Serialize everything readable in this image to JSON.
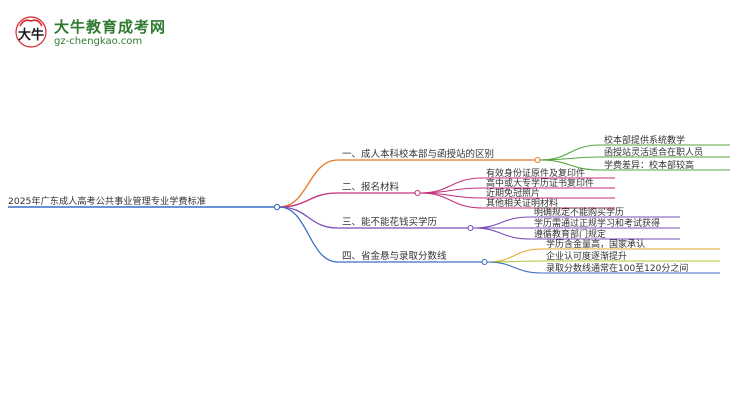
{
  "brand": {
    "title": "大牛教育成考网",
    "url": "gz-chengkao.com",
    "mark_text": "大牛",
    "colors": {
      "green": "#2f7a2f",
      "red": "#d8262b"
    }
  },
  "mindmap": {
    "root": "2025年广东成人高考公共事业管理专业学费标准",
    "branches": [
      {
        "label": "一、成人本科校本部与函授站的区别",
        "color": "#e3782a",
        "children": [
          "校本部提供系统教学",
          "函授站灵活适合在职人员",
          "学费差异：校本部较高"
        ],
        "child_color": "#53a53a"
      },
      {
        "label": "二、报名材料",
        "color": "#c2317e",
        "children": [
          "有效身份证原件及复印件",
          "高中或大专学历证书复印件",
          "近期免冠照片",
          "其他相关证明材料"
        ],
        "child_color": "#c2317e"
      },
      {
        "label": "三、能不能花钱买学历",
        "color": "#7a4fb8",
        "children": [
          "明确规定不能购买学历",
          "学历需通过正规学习和考试获得",
          "遵循教育部门规定"
        ],
        "child_color": "#7a4fb8"
      },
      {
        "label": "四、省金悬与录取分数线",
        "color": "#3a6fc4",
        "children": [
          "学历含金量高，国家承认",
          "企业认可度逐渐提升",
          "录取分数线通常在100至120分之间"
        ],
        "child_color_list": [
          "#e7a52d",
          "#a9c73a",
          "#3a6fc4"
        ]
      }
    ]
  }
}
